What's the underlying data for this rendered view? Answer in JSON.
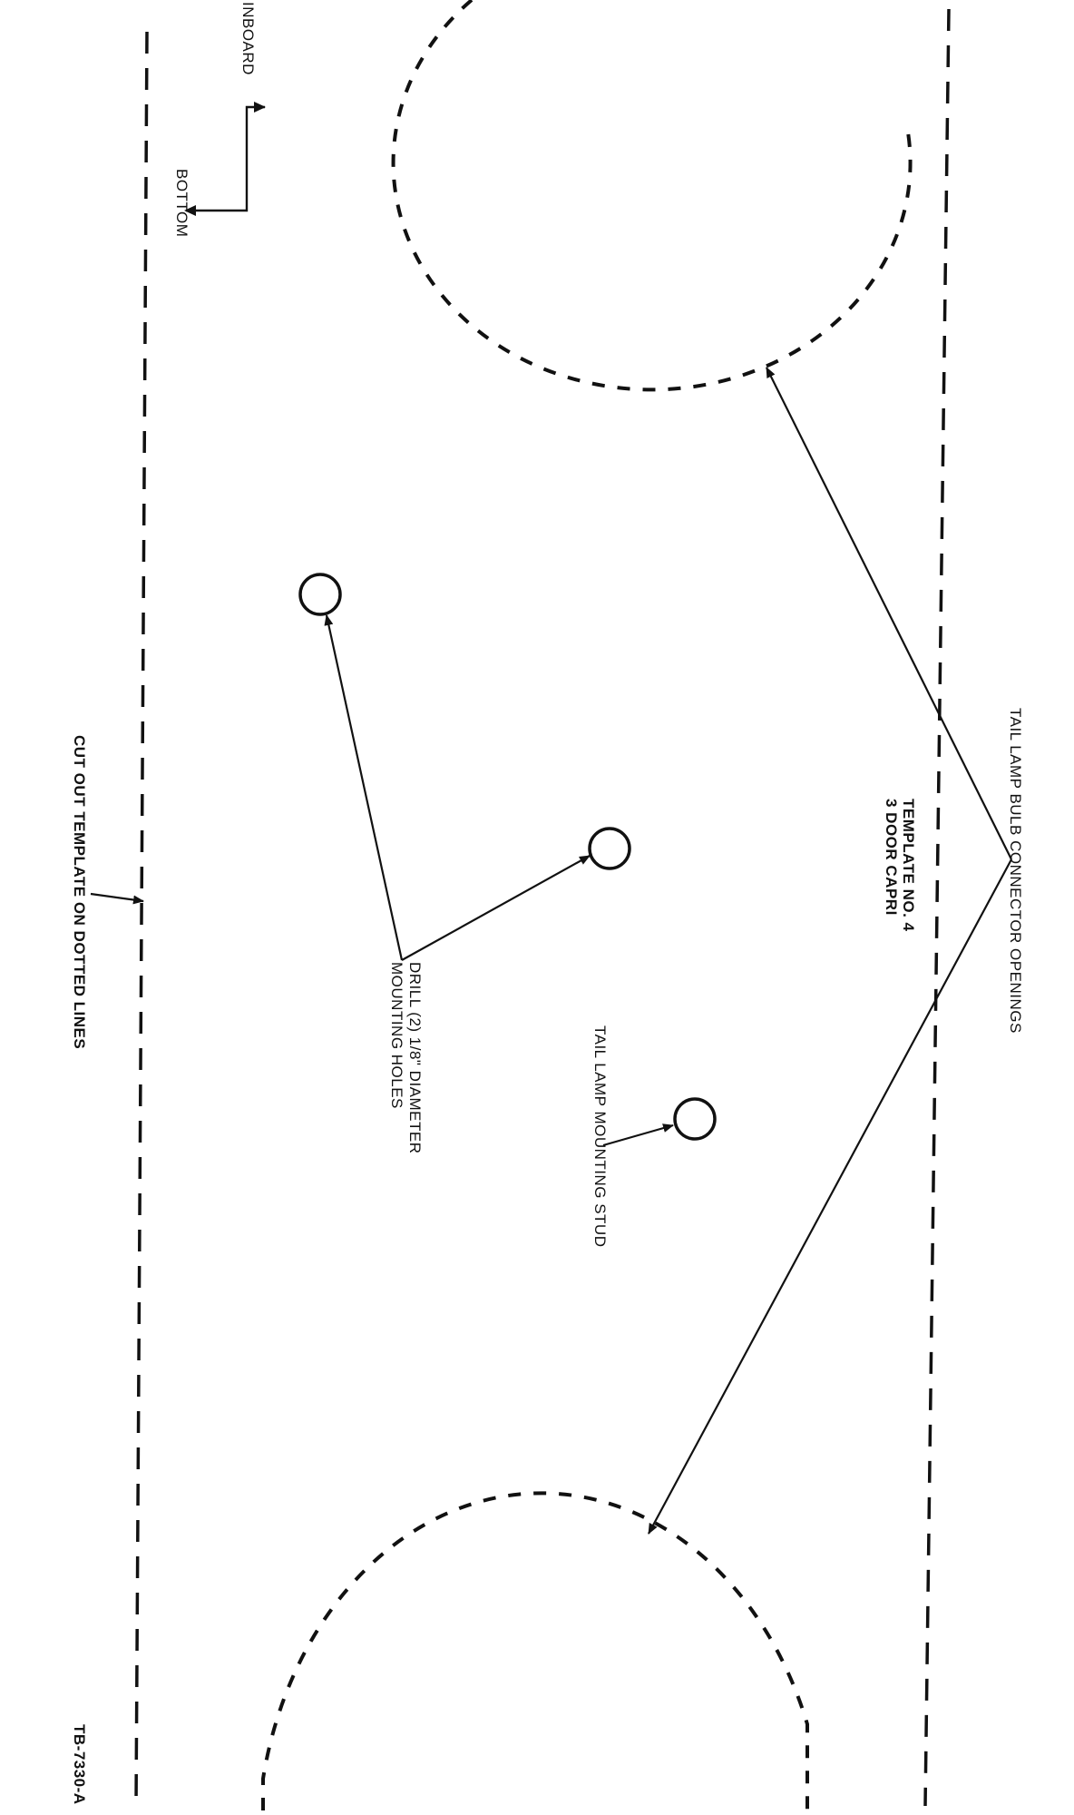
{
  "template": {
    "title_line1": "TEMPLATE NO. 4",
    "title_line2": "3 DOOR CAPRI",
    "reference": "TB-7330-A"
  },
  "labels": {
    "inboard": "INBOARD",
    "bottom": "BOTTOM",
    "tail_lamp_bulb_connector_openings": "TAIL LAMP BULB CONNECTOR OPENINGS",
    "tail_lamp_mounting_stud": "TAIL LAMP MOUNTING STUD",
    "drill_line1": "DRILL (2) 1/8\" DIAMETER",
    "drill_line2": "MOUNTING HOLES",
    "cut_out_instruction": "CUT OUT TEMPLATE ON DOTTED LINES"
  },
  "colors": {
    "ink": "#111111",
    "paper": "#ffffff"
  }
}
